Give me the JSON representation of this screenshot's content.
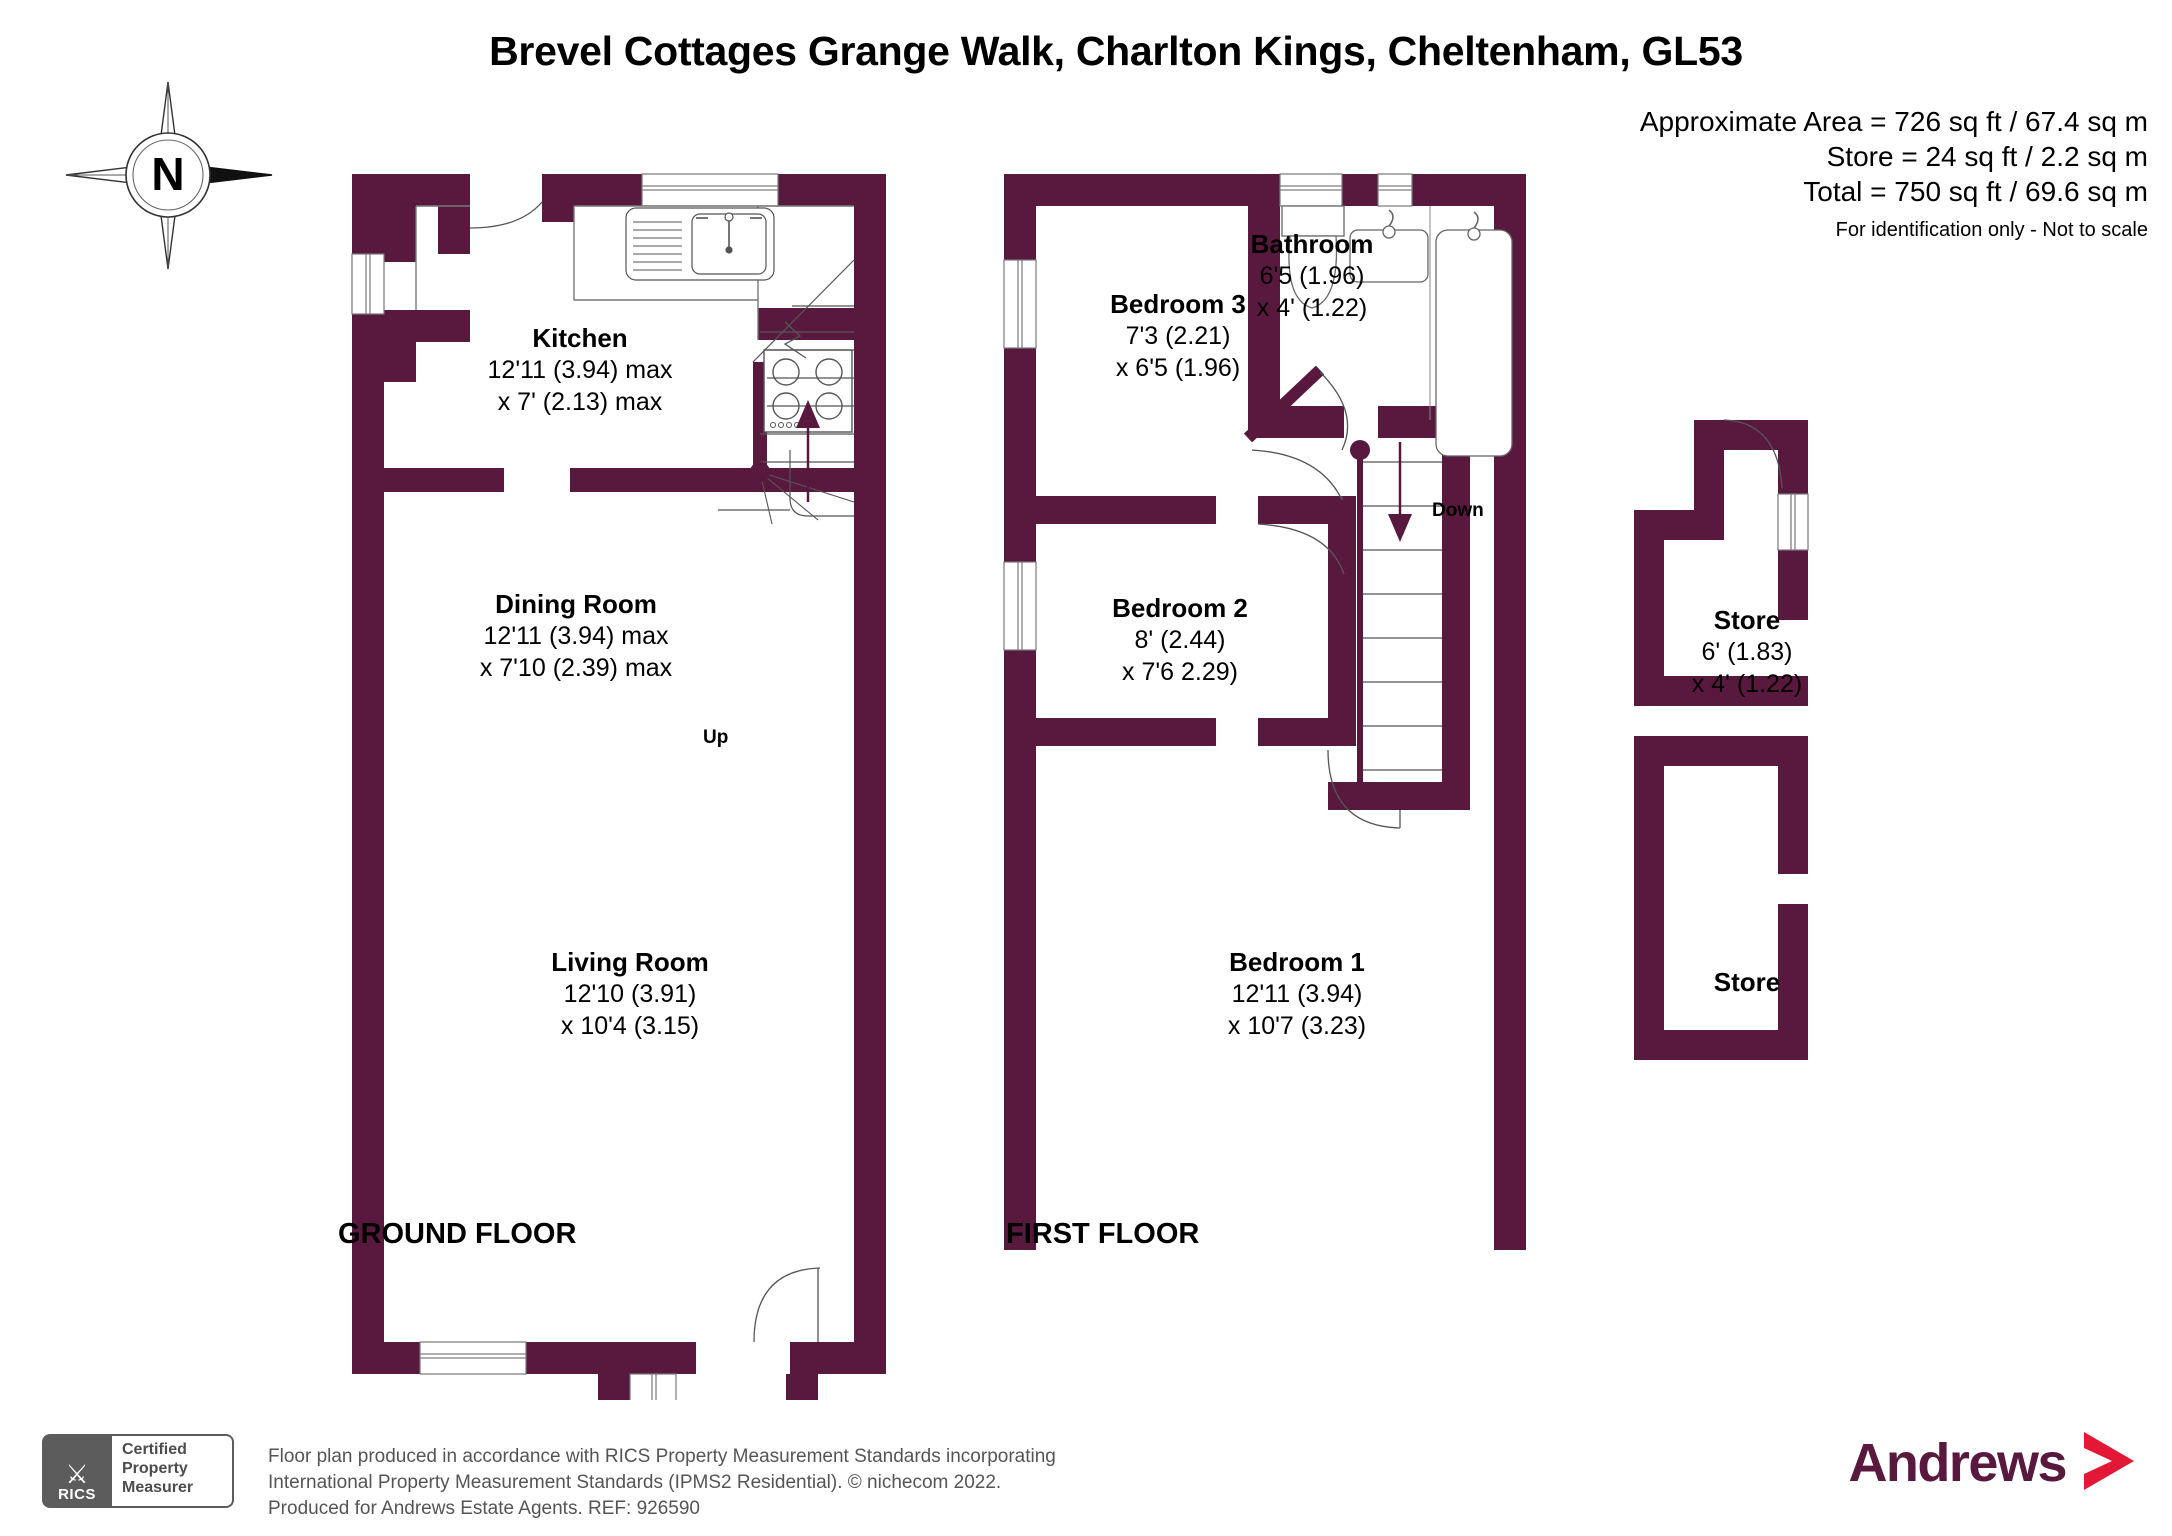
{
  "header": {
    "title": "Brevel Cottages Grange Walk, Charlton Kings, Cheltenham, GL53",
    "area_lines": [
      "Approximate Area = 726 sq ft / 67.4 sq m",
      "Store = 24 sq ft / 2.2 sq m",
      "Total = 750 sq ft / 69.6 sq m"
    ],
    "disclaimer": "For identification only - Not to scale"
  },
  "compass": {
    "label": "N",
    "icon": "compass-rose"
  },
  "floors": [
    {
      "id": "ground",
      "label": "GROUND FLOOR",
      "rooms": [
        {
          "name": "Kitchen",
          "dim1": "12'11 (3.94) max",
          "dim2": "x 7' (2.13) max"
        },
        {
          "name": "Dining Room",
          "dim1": "12'11 (3.94) max",
          "dim2": "x 7'10 (2.39) max"
        },
        {
          "name": "Living Room",
          "dim1": "12'10 (3.91)",
          "dim2": "x 10'4 (3.15)"
        }
      ],
      "stair_label": "Up"
    },
    {
      "id": "first",
      "label": "FIRST FLOOR",
      "rooms": [
        {
          "name": "Bedroom 3",
          "dim1": "7'3 (2.21)",
          "dim2": "x 6'5 (1.96)"
        },
        {
          "name": "Bathroom",
          "dim1": "6'5 (1.96)",
          "dim2": "x 4' (1.22)"
        },
        {
          "name": "Bedroom 2",
          "dim1": "8' (2.44)",
          "dim2": "x 7'6 2.29)"
        },
        {
          "name": "Bedroom 1",
          "dim1": "12'11 (3.94)",
          "dim2": "x 10'7 (3.23)"
        }
      ],
      "stair_label": "Down"
    },
    {
      "id": "stores",
      "label": "",
      "rooms": [
        {
          "name": "Store",
          "dim1": "6' (1.83)",
          "dim2": "x 4' (1.22)"
        },
        {
          "name": "Store",
          "dim1": "",
          "dim2": ""
        }
      ],
      "stair_label": ""
    }
  ],
  "footer": {
    "line1": "Floor plan produced in accordance with RICS Property Measurement Standards incorporating",
    "line2": "International Property Measurement Standards (IPMS2 Residential).   © nichecom 2022.",
    "line3": "Produced for Andrews Estate Agents.   REF:   926590",
    "rics": {
      "mark": "RICS",
      "text_line1": "Certified",
      "text_line2": "Property",
      "text_line3": "Measurer"
    },
    "brand": {
      "name": "Andrews",
      "icon": "chevron-right-icon"
    }
  },
  "colors": {
    "wall": "#59193f",
    "brand_purple": "#59193f",
    "brand_red": "#e31837",
    "text": "#000000",
    "footer_text": "#555555"
  }
}
